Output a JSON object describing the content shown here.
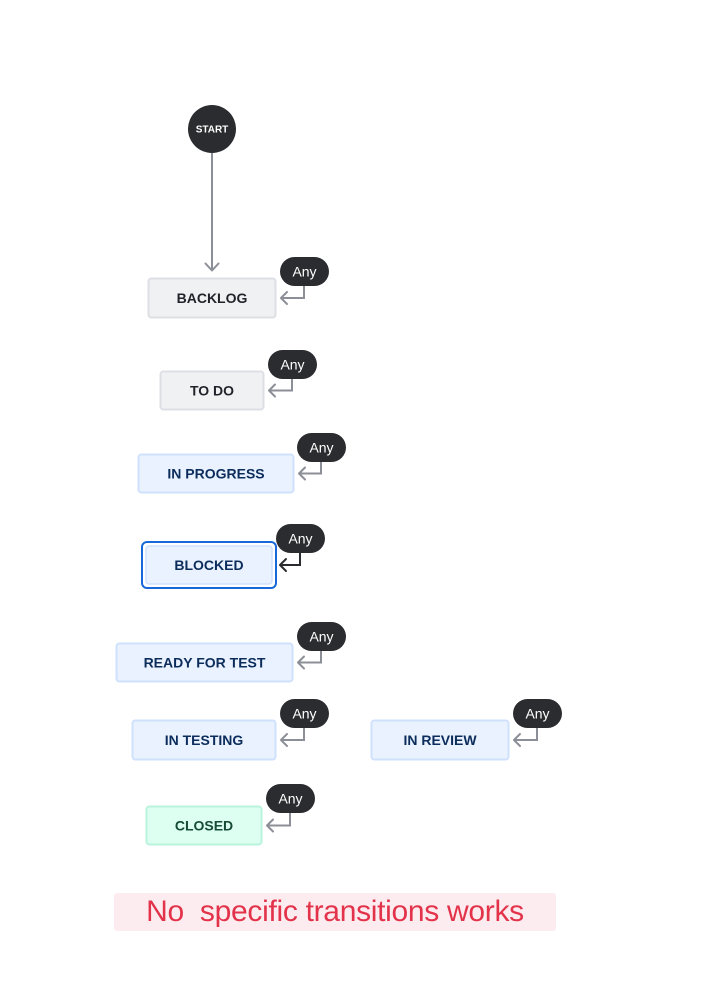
{
  "start": {
    "label": "START"
  },
  "statuses": [
    {
      "id": "backlog",
      "label": "BACKLOG",
      "category": "todo"
    },
    {
      "id": "to-do",
      "label": "TO DO",
      "category": "todo"
    },
    {
      "id": "in-progress",
      "label": "IN PROGRESS",
      "category": "inprogress"
    },
    {
      "id": "blocked",
      "label": "BLOCKED",
      "category": "inprogress",
      "selected": true
    },
    {
      "id": "ready-for-test",
      "label": "READY FOR TEST",
      "category": "inprogress"
    },
    {
      "id": "in-testing",
      "label": "IN TESTING",
      "category": "inprogress"
    },
    {
      "id": "in-review",
      "label": "IN REVIEW",
      "category": "inprogress"
    },
    {
      "id": "closed",
      "label": "CLOSED",
      "category": "done"
    }
  ],
  "transition_badge": "Any",
  "caption": "No  specific transitions works",
  "colors": {
    "start_fill": "#2b2c2f",
    "todo_fill": "#f0f1f3",
    "todo_stroke": "#dcdfe4",
    "todo_text": "#1f2329",
    "inprogress_fill": "#e9f2fe",
    "inprogress_stroke": "#cfe1fd",
    "inprogress_text": "#0c2d5c",
    "done_fill": "#dcfff1",
    "done_stroke": "#baf3db",
    "done_text": "#164b35",
    "selected_stroke": "#1868db",
    "badge_fill": "#2b2c2f",
    "arrow": "#8c8f97",
    "arrow_selected": "#2b2c2f",
    "caption_text": "#e2334a",
    "caption_bg": "#fdecef"
  }
}
